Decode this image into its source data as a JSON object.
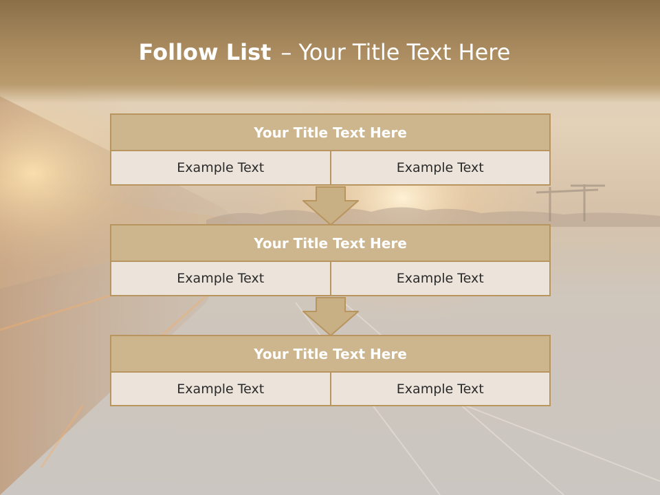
{
  "slide": {
    "title_strong": "Follow List",
    "title_rest": "Your Title Text Here",
    "separator": "–"
  },
  "blocks": [
    {
      "title": "Your Title Text Here",
      "cells": [
        "Example Text",
        "Example Text"
      ]
    },
    {
      "title": "Your Title Text Here",
      "cells": [
        "Example Text",
        "Example Text"
      ]
    },
    {
      "title": "Your Title Text Here",
      "cells": [
        "Example Text",
        "Example Text"
      ]
    }
  ],
  "colors": {
    "header_gold": "#a8895e",
    "box_title_fill": "#cdb68e",
    "box_border": "#b8955f",
    "cell_fill": "#ece3da",
    "arrow_fill": "#c9b084"
  }
}
